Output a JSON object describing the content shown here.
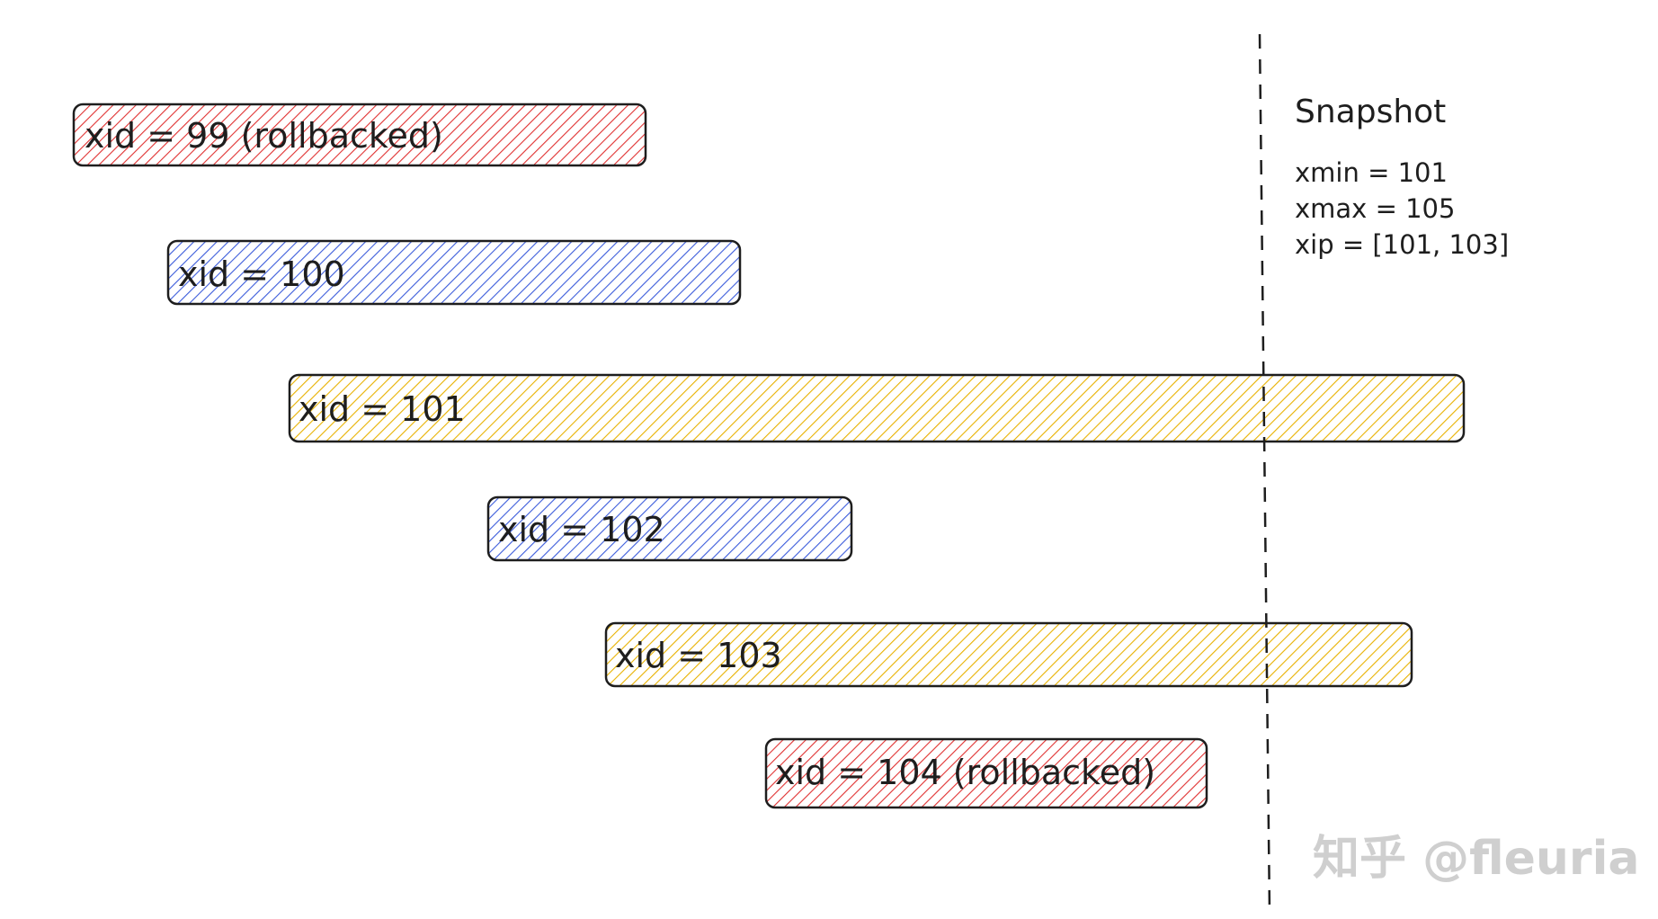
{
  "transactions": [
    {
      "label": "xid = 99 (rollbacked)",
      "color": "#e03131",
      "status": "rollbacked"
    },
    {
      "label": "xid = 100",
      "color": "#3b5bdb",
      "status": "committed"
    },
    {
      "label": "xid = 101",
      "color": "#e8b100",
      "status": "in-progress"
    },
    {
      "label": "xid = 102",
      "color": "#3b5bdb",
      "status": "committed"
    },
    {
      "label": "xid = 103",
      "color": "#e8b100",
      "status": "in-progress"
    },
    {
      "label": "xid = 104 (rollbacked)",
      "color": "#e03131",
      "status": "rollbacked"
    }
  ],
  "snapshot": {
    "title": "Snapshot",
    "lines": [
      "xmin = 101",
      "xmax = 105",
      "xip = [101, 103]"
    ]
  },
  "watermark": "知乎 @fleuria"
}
